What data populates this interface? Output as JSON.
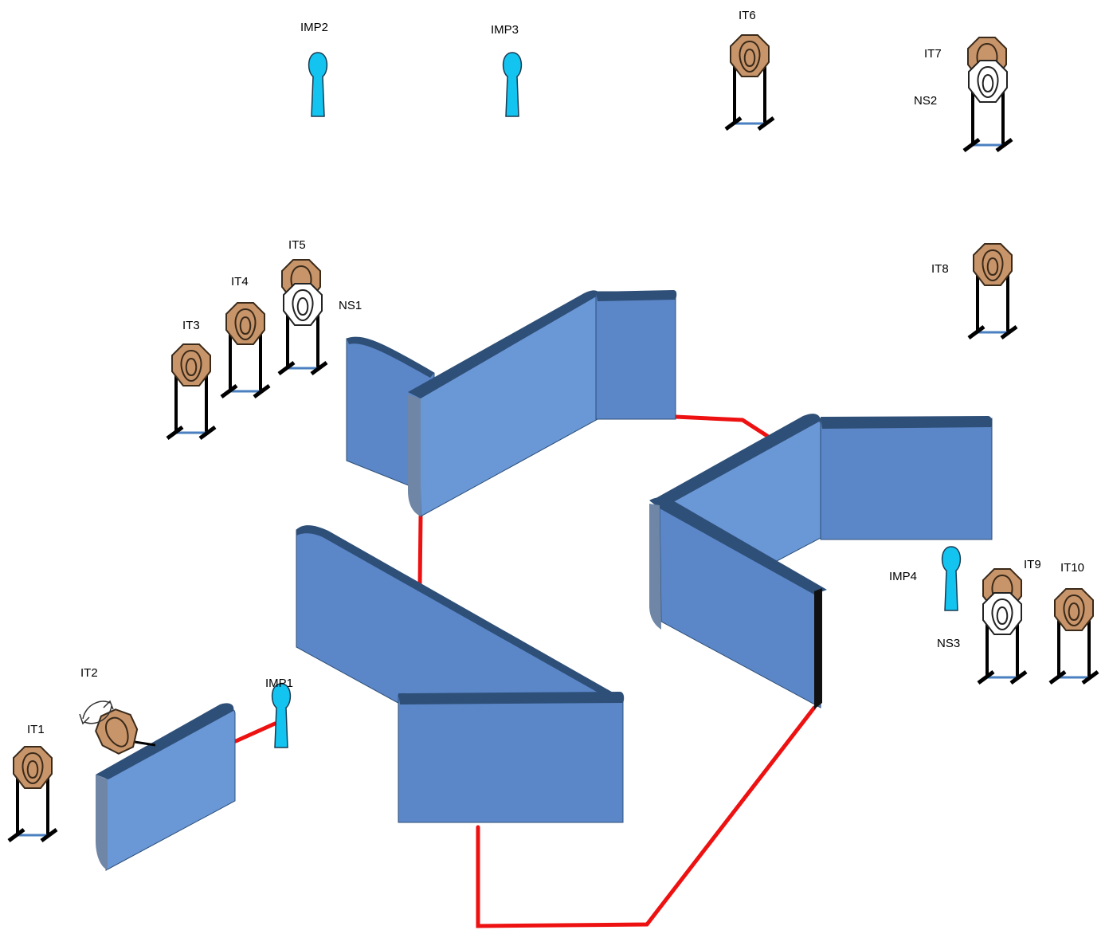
{
  "labels": {
    "IT1": "IT1",
    "IT2": "IT2",
    "IT3": "IT3",
    "IT4": "IT4",
    "IT5": "IT5",
    "IT6": "IT6",
    "IT7": "IT7",
    "IT8": "IT8",
    "IT9": "IT9",
    "IT10": "IT10",
    "NS1": "NS1",
    "NS2": "NS2",
    "NS3": "NS3",
    "IMP1": "IMP1",
    "IMP2": "IMP2",
    "IMP3": "IMP3",
    "IMP4": "IMP4"
  },
  "colors": {
    "wall_face": "#5b87c8",
    "wall_face_light": "#6a98d6",
    "wall_top": "#2e4f78",
    "fault_line": "#ee1111",
    "target_tan": "#c8956a",
    "popper_blue": "#14c4f0",
    "no_shoot": "#ffffff"
  }
}
